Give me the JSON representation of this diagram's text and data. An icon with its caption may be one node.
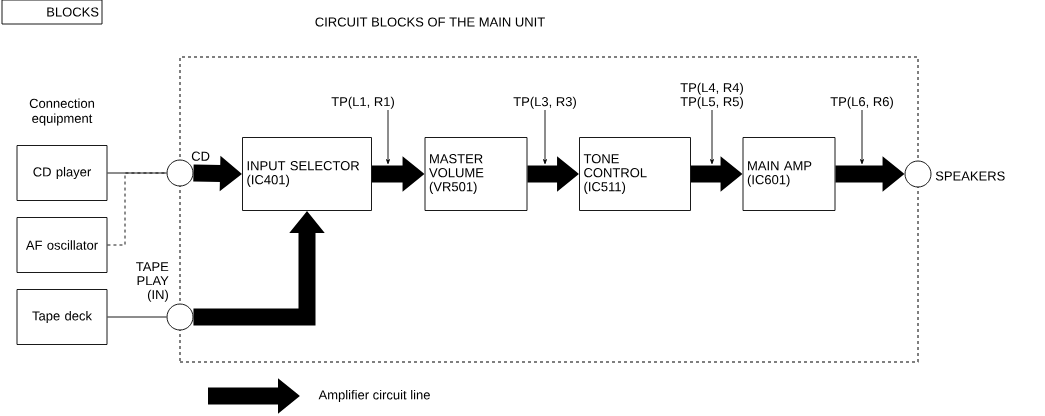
{
  "diagram": {
    "nodes": [
      {
        "text": [
          "BLOCKS"
        ]
      },
      {
        "text": [
          "CIRCUIT BLOCKS OF THE MAIN UNIT"
        ]
      },
      {
        "text": [
          "CD player"
        ]
      },
      {
        "text": [
          "AF oscillator"
        ]
      },
      {
        "text": [
          "Tape deck"
        ]
      },
      {
        "text": [],
        "shape": "circle",
        "beside": [
          "CD"
        ]
      },
      {
        "text": [],
        "shape": "circle",
        "beside": [
          "TAPE PLAY (IN)"
        ]
      },
      {
        "text": [
          "INPUT SELECTOR (IC401)"
        ],
        "in": 1
      },
      {
        "text": [
          "MASTER VOLUME (VR501)"
        ],
        "in": 1
      },
      {
        "text": [
          "TONE CONTROL (IC511)"
        ],
        "in": 1
      },
      {
        "text": [
          "MAIN AMP (IC601)"
        ],
        "in": 1
      },
      {
        "text": [],
        "shape": "circle",
        "beside": [
          "SPEAKERS"
        ]
      },
      {
        "text": [
          "TP(L1, R1)"
        ],
        "in": 1
      },
      {
        "text": [
          "TP(L3, R3)"
        ],
        "in": 1
      },
      {
        "text": [
          "TP(L4, R4)",
          "TP(L5, R5)"
        ],
        "in": 1
      },
      {
        "text": [
          "TP(L6, R6)"
        ],
        "in": 1
      }
    ],
    "edges": [
      {
        "from": 2,
        "to": 5,
        "arrow": "none"
      },
      {
        "from": 3,
        "to": 5,
        "arrow": "none",
        "style": "dashed"
      },
      {
        "from": 4,
        "to": 6,
        "arrow": "none"
      },
      {
        "from": 5,
        "to": 7,
        "arrow": "to",
        "style": "thick"
      },
      {
        "from": 6,
        "to": 7,
        "arrow": "to",
        "style": "thick"
      },
      {
        "from": 7,
        "to": 8,
        "arrow": "to",
        "style": "thick"
      },
      {
        "from": 8,
        "to": 9,
        "arrow": "to",
        "style": "thick"
      },
      {
        "from": 9,
        "to": 10,
        "arrow": "to",
        "style": "thick"
      },
      {
        "from": 10,
        "to": 11,
        "arrow": "to",
        "style": "thick"
      },
      {
        "from": 12,
        "to": null,
        "arrow": "to"
      },
      {
        "from": 13,
        "to": null,
        "arrow": "to"
      },
      {
        "from": 14,
        "to": null,
        "arrow": "to"
      },
      {
        "from": 15,
        "to": null,
        "arrow": "to"
      }
    ],
    "labels": [
      "Connection equipment"
    ],
    "legend": [
      {
        "text": "Amplifier circuit line"
      }
    ]
  }
}
